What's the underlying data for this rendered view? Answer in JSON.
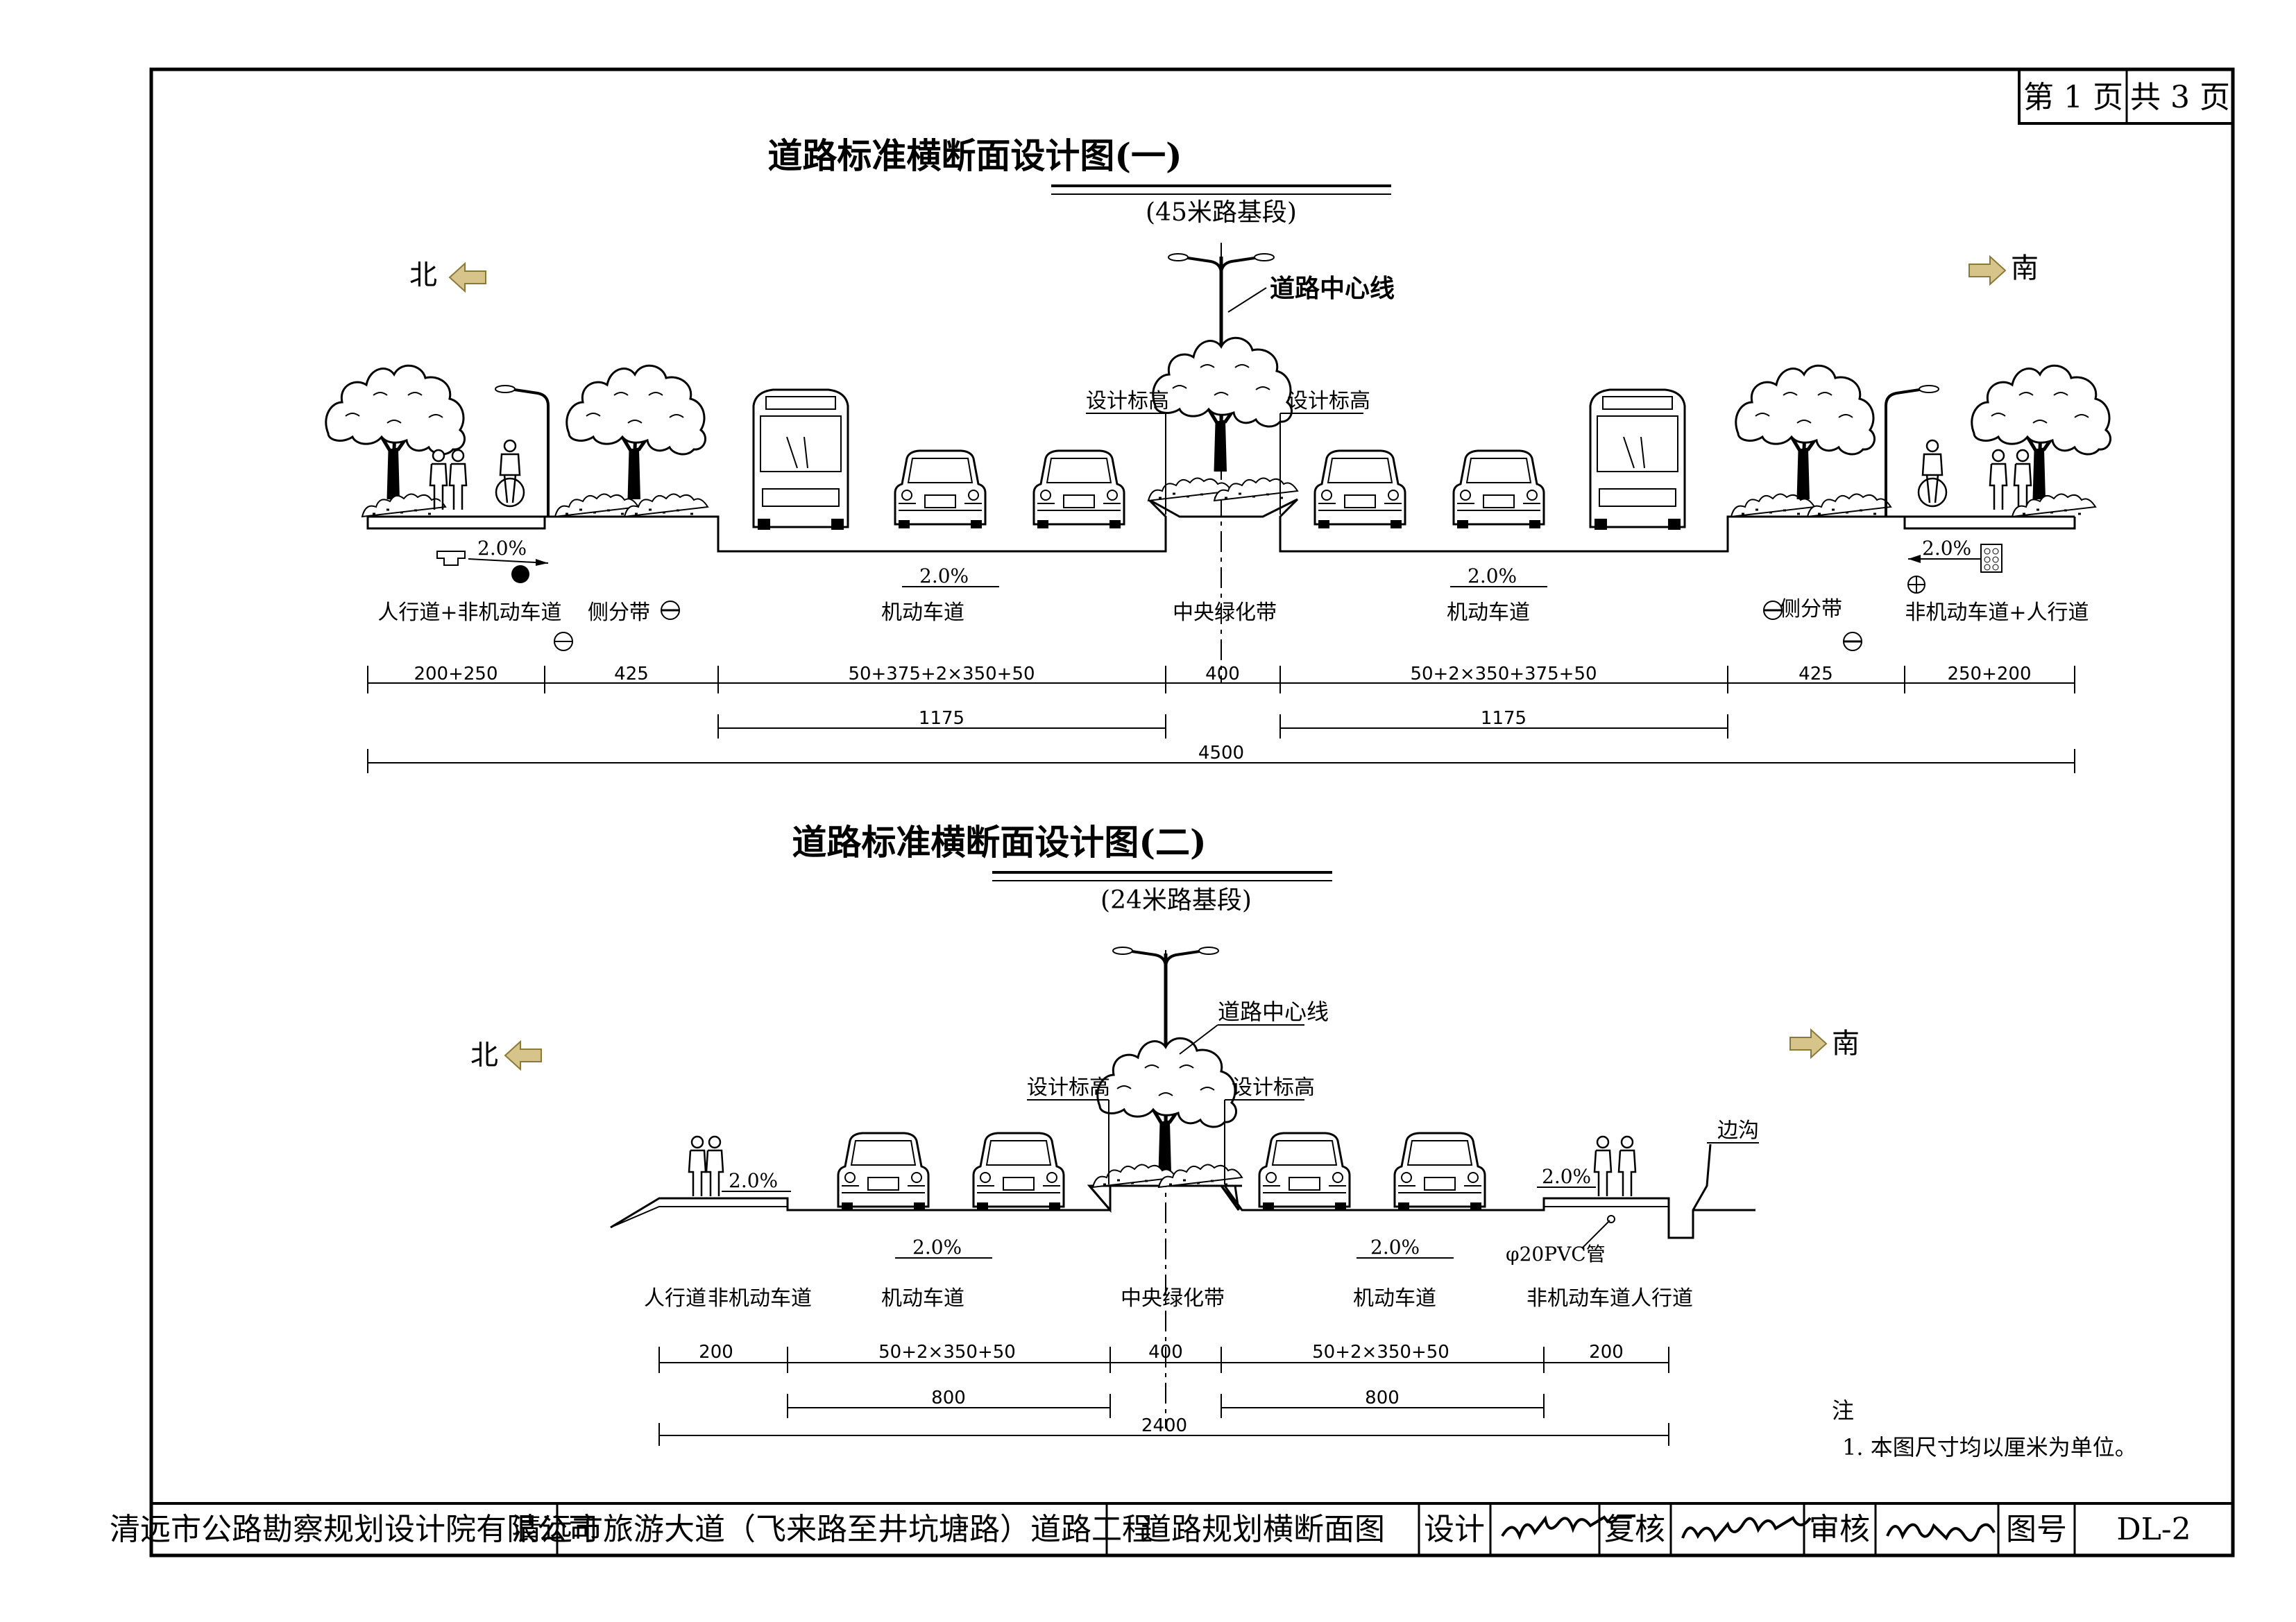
{
  "page_box": {
    "page_label": "第 1 页",
    "total_label": "共 3 页"
  },
  "section1": {
    "title": "道路标准横断面设计图(一)",
    "subtitle": "(45米路基段)",
    "north_label": "北",
    "south_label": "南",
    "centerline_label": "道路中心线",
    "design_elev_left": "设计标高",
    "design_elev_right": "设计标高",
    "slopes": [
      "2.0%",
      "2.0%",
      "2.0%",
      "2.0%"
    ],
    "zone_labels": [
      "人行道+非机动车道",
      "侧分带",
      "机动车道",
      "中央绿化带",
      "机动车道",
      "侧分带",
      "非机动车道+人行道"
    ],
    "dims_row1": [
      "200+250",
      "425",
      "50+375+2×350+50",
      "400",
      "50+2×350+375+50",
      "425",
      "250+200"
    ],
    "dims_row2": [
      "1175",
      "1175"
    ],
    "dims_total": "4500"
  },
  "section2": {
    "title": "道路标准横断面设计图(二)",
    "subtitle": "(24米路基段)",
    "north_label": "北",
    "south_label": "南",
    "centerline_label": "道路中心线",
    "design_elev_left": "设计标高",
    "design_elev_right": "设计标高",
    "slopes": [
      "2.0%",
      "2.0%",
      "2.0%",
      "2.0%"
    ],
    "ditch_label": "边沟",
    "pipe_label": "φ20PVC管",
    "zone_labels": [
      "人行道",
      "非机动车道",
      "机动车道",
      "中央绿化带",
      "机动车道",
      "非机动车道人行道"
    ],
    "dims_row1": [
      "200",
      "50+2×350+50",
      "400",
      "50+2×350+50",
      "200"
    ],
    "dims_row2": [
      "800",
      "800"
    ],
    "dims_total": "2400"
  },
  "notes": {
    "heading": "注",
    "items": [
      "1. 本图尺寸均以厘米为单位。"
    ]
  },
  "title_block": {
    "company": "清远市公路勘察规划设计院有限公司",
    "project": "清远市旅游大道（飞来路至井坑塘路）道路工程",
    "drawing_name": "道路规划横断面图",
    "design_label": "设计",
    "review_label": "复核",
    "approve_label": "审核",
    "drawing_no_label": "图号",
    "drawing_no": "DL-2"
  },
  "colors": {
    "line": "#000000",
    "arrow_fill": "#d6c48a",
    "arrow_stroke": "#8a7a3a"
  },
  "icons": [
    "deciduous-tree-icon",
    "street-lamp-icon",
    "bus-icon",
    "car-front-icon",
    "pedestrian-icon",
    "cyclist-icon",
    "direction-arrow-icon",
    "utility-symbol-icon"
  ]
}
